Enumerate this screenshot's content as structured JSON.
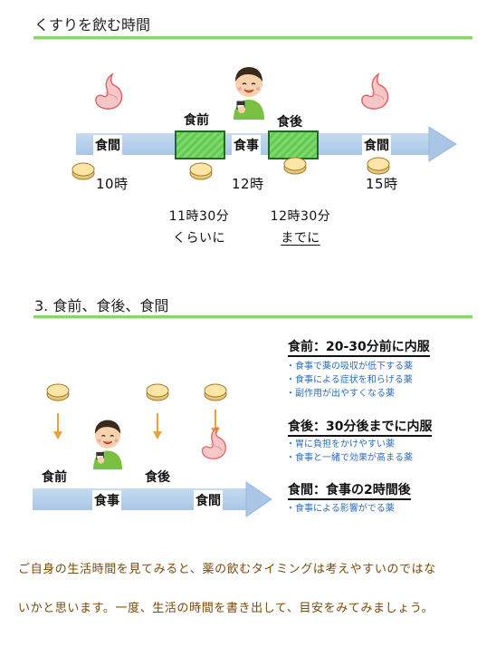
{
  "section1": {
    "title": "くすりを飲む時間",
    "labels": {
      "left_meal_gap": "食間",
      "before_meal": "食前",
      "meal": "食事",
      "after_meal": "食後",
      "right_meal_gap": "食間"
    },
    "times": {
      "t10": "10時",
      "t12": "12時",
      "t15": "15時"
    },
    "note_before": {
      "line1": "11時30分",
      "line2": "くらいに"
    },
    "note_after": {
      "line1": "12時30分",
      "line2": "までに"
    }
  },
  "section2": {
    "title": "3. 食前、食後、食間",
    "labels": {
      "before_meal": "食前",
      "meal_left": "食事",
      "after_meal": "食後",
      "meal_gap": "食間"
    },
    "info": [
      {
        "heading": "食前：20-30分前に内服",
        "bullets": [
          "・食事で薬の吸収が低下する薬",
          "・食事による症状を和らげる薬",
          "・副作用が出やすくなる薬"
        ]
      },
      {
        "heading": "食後：30分後までに内服",
        "bullets": [
          "・胃に負担をかけやすい薬",
          "・食事と一緒で効果が高まる薬"
        ]
      },
      {
        "heading": "食間：食事の2時間後",
        "bullets": [
          "・食事による影響がでる薬"
        ]
      }
    ]
  },
  "closing": {
    "line1": "ご自身の生活時間を見てみると、薬の飲むタイミングは考えやすいのではな",
    "line2": "いかと思います。一度、生活の時間を書き出して、目安をみてみましょう。"
  },
  "colors": {
    "rule": "#8bd36a",
    "bar": "#b8d0ec",
    "green_box": "#6fd35a",
    "bullet_text": "#2d6fb8",
    "closing_text": "#7a4a0a",
    "arrow": "#e8a23a"
  }
}
